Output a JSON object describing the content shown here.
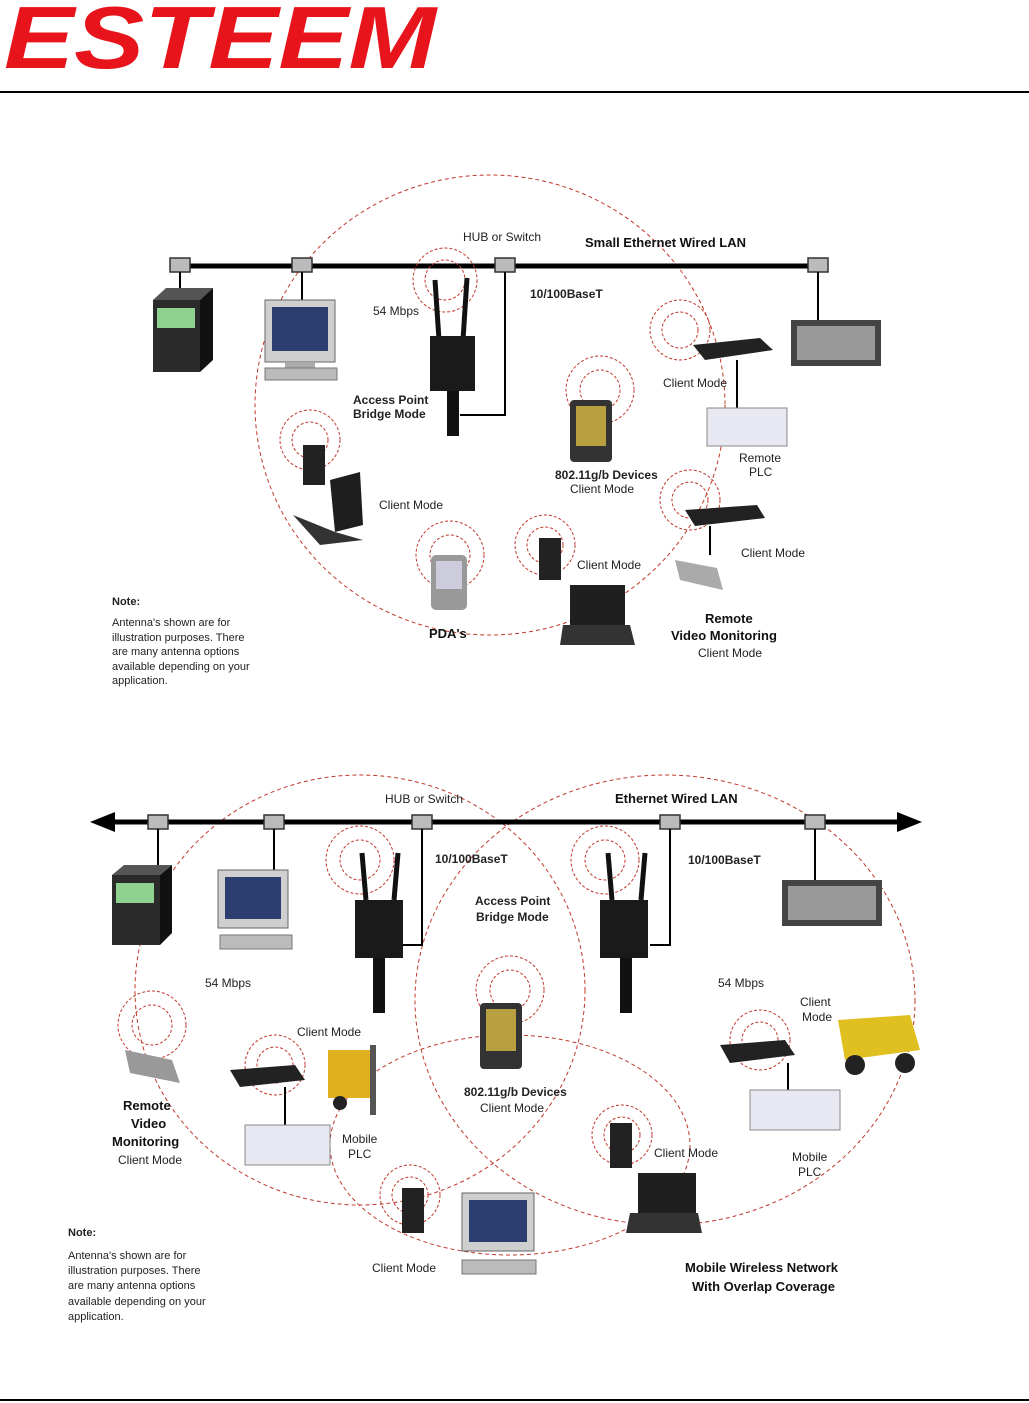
{
  "header": {
    "logo_text": "ESTEEM"
  },
  "diagram1": {
    "hub_label": "HUB or Switch",
    "lan_label": "Small Ethernet Wired LAN",
    "speed_label": "54 Mbps",
    "base_label": "10/100BaseT",
    "ap_label_1": "Access Point",
    "ap_label_2": "Bridge Mode",
    "client_mode_top": "Client Mode",
    "remote_plc_1": "Remote",
    "remote_plc_2": "PLC",
    "devices_label": "802.11g/b Devices",
    "devices_sub": "Client Mode",
    "laptop_client": "Client Mode",
    "pda_label": "PDA's",
    "card_client": "Client Mode",
    "video_client": "Client Mode",
    "video_label_1": "Remote",
    "video_label_2": "Video Monitoring",
    "video_sub": "Client Mode",
    "note_title": "Note:",
    "note_lines": [
      "Antenna's shown are for",
      "illustration purposes.  There",
      "are many antenna options",
      "available depending on your",
      "application."
    ]
  },
  "diagram2": {
    "hub_label": "HUB or Switch",
    "lan_label": "Ethernet Wired LAN",
    "base_left": "10/100BaseT",
    "base_right": "10/100BaseT",
    "ap_label_1": "Access Point",
    "ap_label_2": "Bridge Mode",
    "speed_left": "54 Mbps",
    "speed_right": "54 Mbps",
    "client_right_1": "Client",
    "client_right_2": "Mode",
    "forklift_client": "Client Mode",
    "video_1": "Remote",
    "video_2": "Video",
    "video_3": "Monitoring",
    "video_sub": "Client Mode",
    "mobile_plc_left_1": "Mobile",
    "mobile_plc_left_2": "PLC",
    "devices_label": "802.11g/b Devices",
    "devices_sub": "Client Mode",
    "card_right_client": "Client Mode",
    "mobile_plc_right_1": "Mobile",
    "mobile_plc_right_2": "PLC",
    "pc_client": "Client Mode",
    "network_1": "Mobile Wireless Network",
    "network_2": "With Overlap Coverage",
    "note_title": "Note:",
    "note_lines": [
      "Antenna's shown are for",
      "illustration purposes.  There",
      "are many antenna options",
      "available depending on your",
      "application."
    ]
  }
}
